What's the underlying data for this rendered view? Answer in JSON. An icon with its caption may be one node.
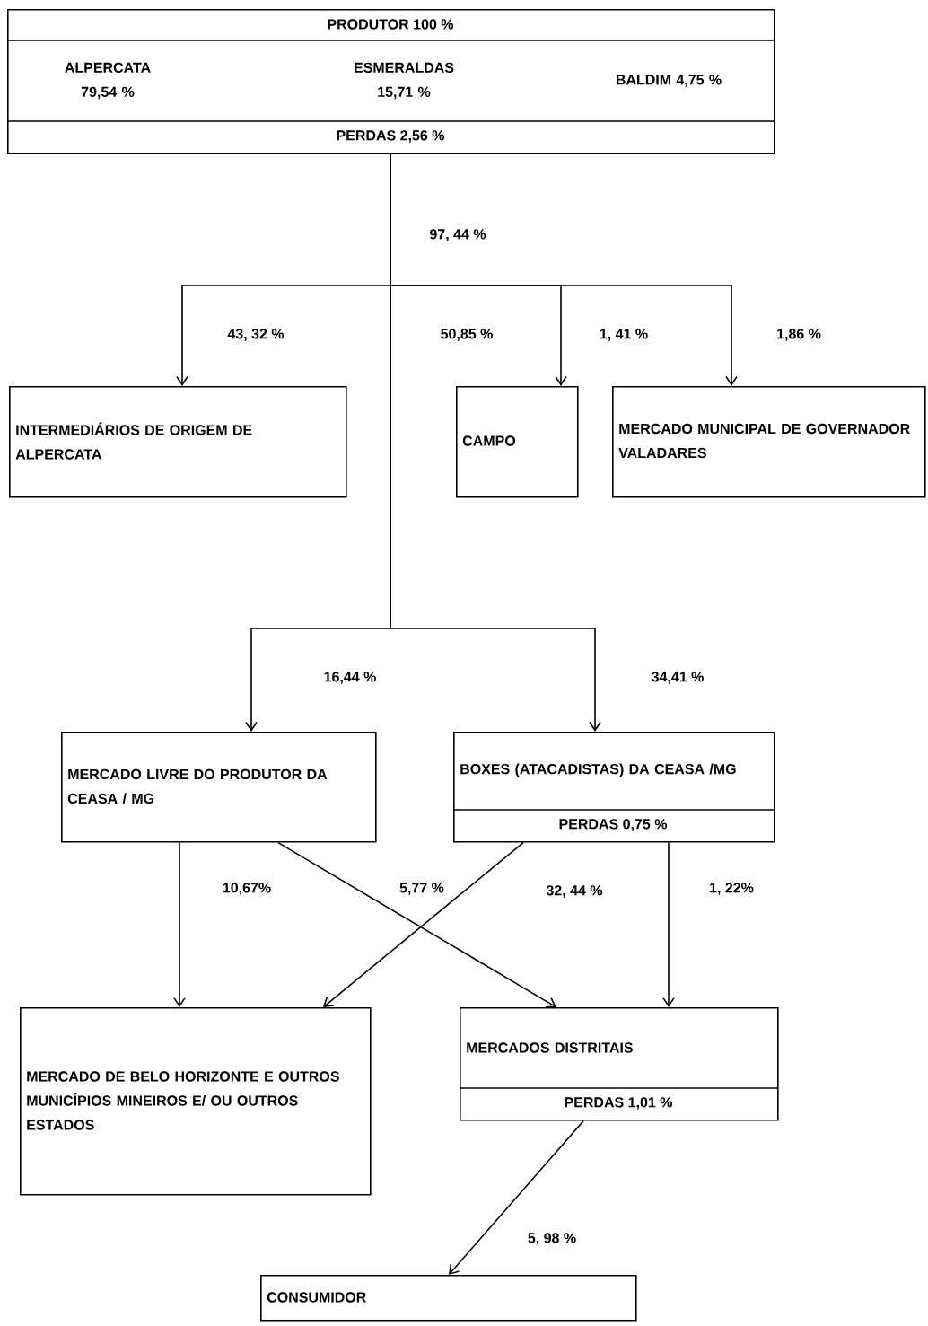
{
  "diagram": {
    "nodes": [
      {
        "text": [
          "PRODUTOR 100 %",
          "ALPERCATA 79,54 %",
          "ESMERALDAS 15,71 %",
          "BALDIM 4,75 %",
          "PERDAS 2,56 %"
        ]
      },
      {
        "text": [
          "INTERMEDIÁRIOS DE ORIGEM DE ALPERCATA"
        ]
      },
      {
        "text": [
          "CAMPO"
        ]
      },
      {
        "text": [
          "MERCADO MUNICIPAL DE GOVERNADOR VALADARES"
        ]
      },
      {
        "text": [
          "MERCADO LIVRE DO PRODUTOR DA CEASA / MG"
        ]
      },
      {
        "text": [
          "BOXES (ATACADISTAS) DA CEASA /MG",
          "PERDAS 0,75 %"
        ]
      },
      {
        "text": [
          "MERCADO DE BELO HORIZONTE E OUTROS MUNICÍPIOS MINEIROS E/ OU OUTROS ESTADOS"
        ]
      },
      {
        "text": [
          "MERCADOS DISTRITAIS",
          "PERDAS 1,01 %"
        ]
      },
      {
        "text": [
          "CONSUMIDOR"
        ]
      }
    ],
    "edges": [
      {
        "from": 0,
        "to": 1,
        "arrow": "to",
        "label": "43, 32 %"
      },
      {
        "from": 0,
        "to": 2,
        "arrow": "to",
        "label": "1, 41 %"
      },
      {
        "from": 0,
        "to": 3,
        "arrow": "to",
        "label": "1,86 %"
      },
      {
        "from": 0,
        "to": 4,
        "arrow": "to",
        "label": "16,44 %"
      },
      {
        "from": 0,
        "to": 5,
        "arrow": "to",
        "label": "34,41 %"
      },
      {
        "from": 4,
        "to": 6,
        "arrow": "to",
        "label": "10,67%"
      },
      {
        "from": 4,
        "to": 7,
        "arrow": "to",
        "label": "5,77 %"
      },
      {
        "from": 5,
        "to": 6,
        "arrow": "to",
        "label": "32, 44 %"
      },
      {
        "from": 5,
        "to": 7,
        "arrow": "to",
        "label": "1, 22%"
      },
      {
        "from": 7,
        "to": 8,
        "arrow": "to",
        "label": "5, 98 %"
      }
    ],
    "labels": [
      "97, 44 %",
      "50,85 %"
    ]
  }
}
